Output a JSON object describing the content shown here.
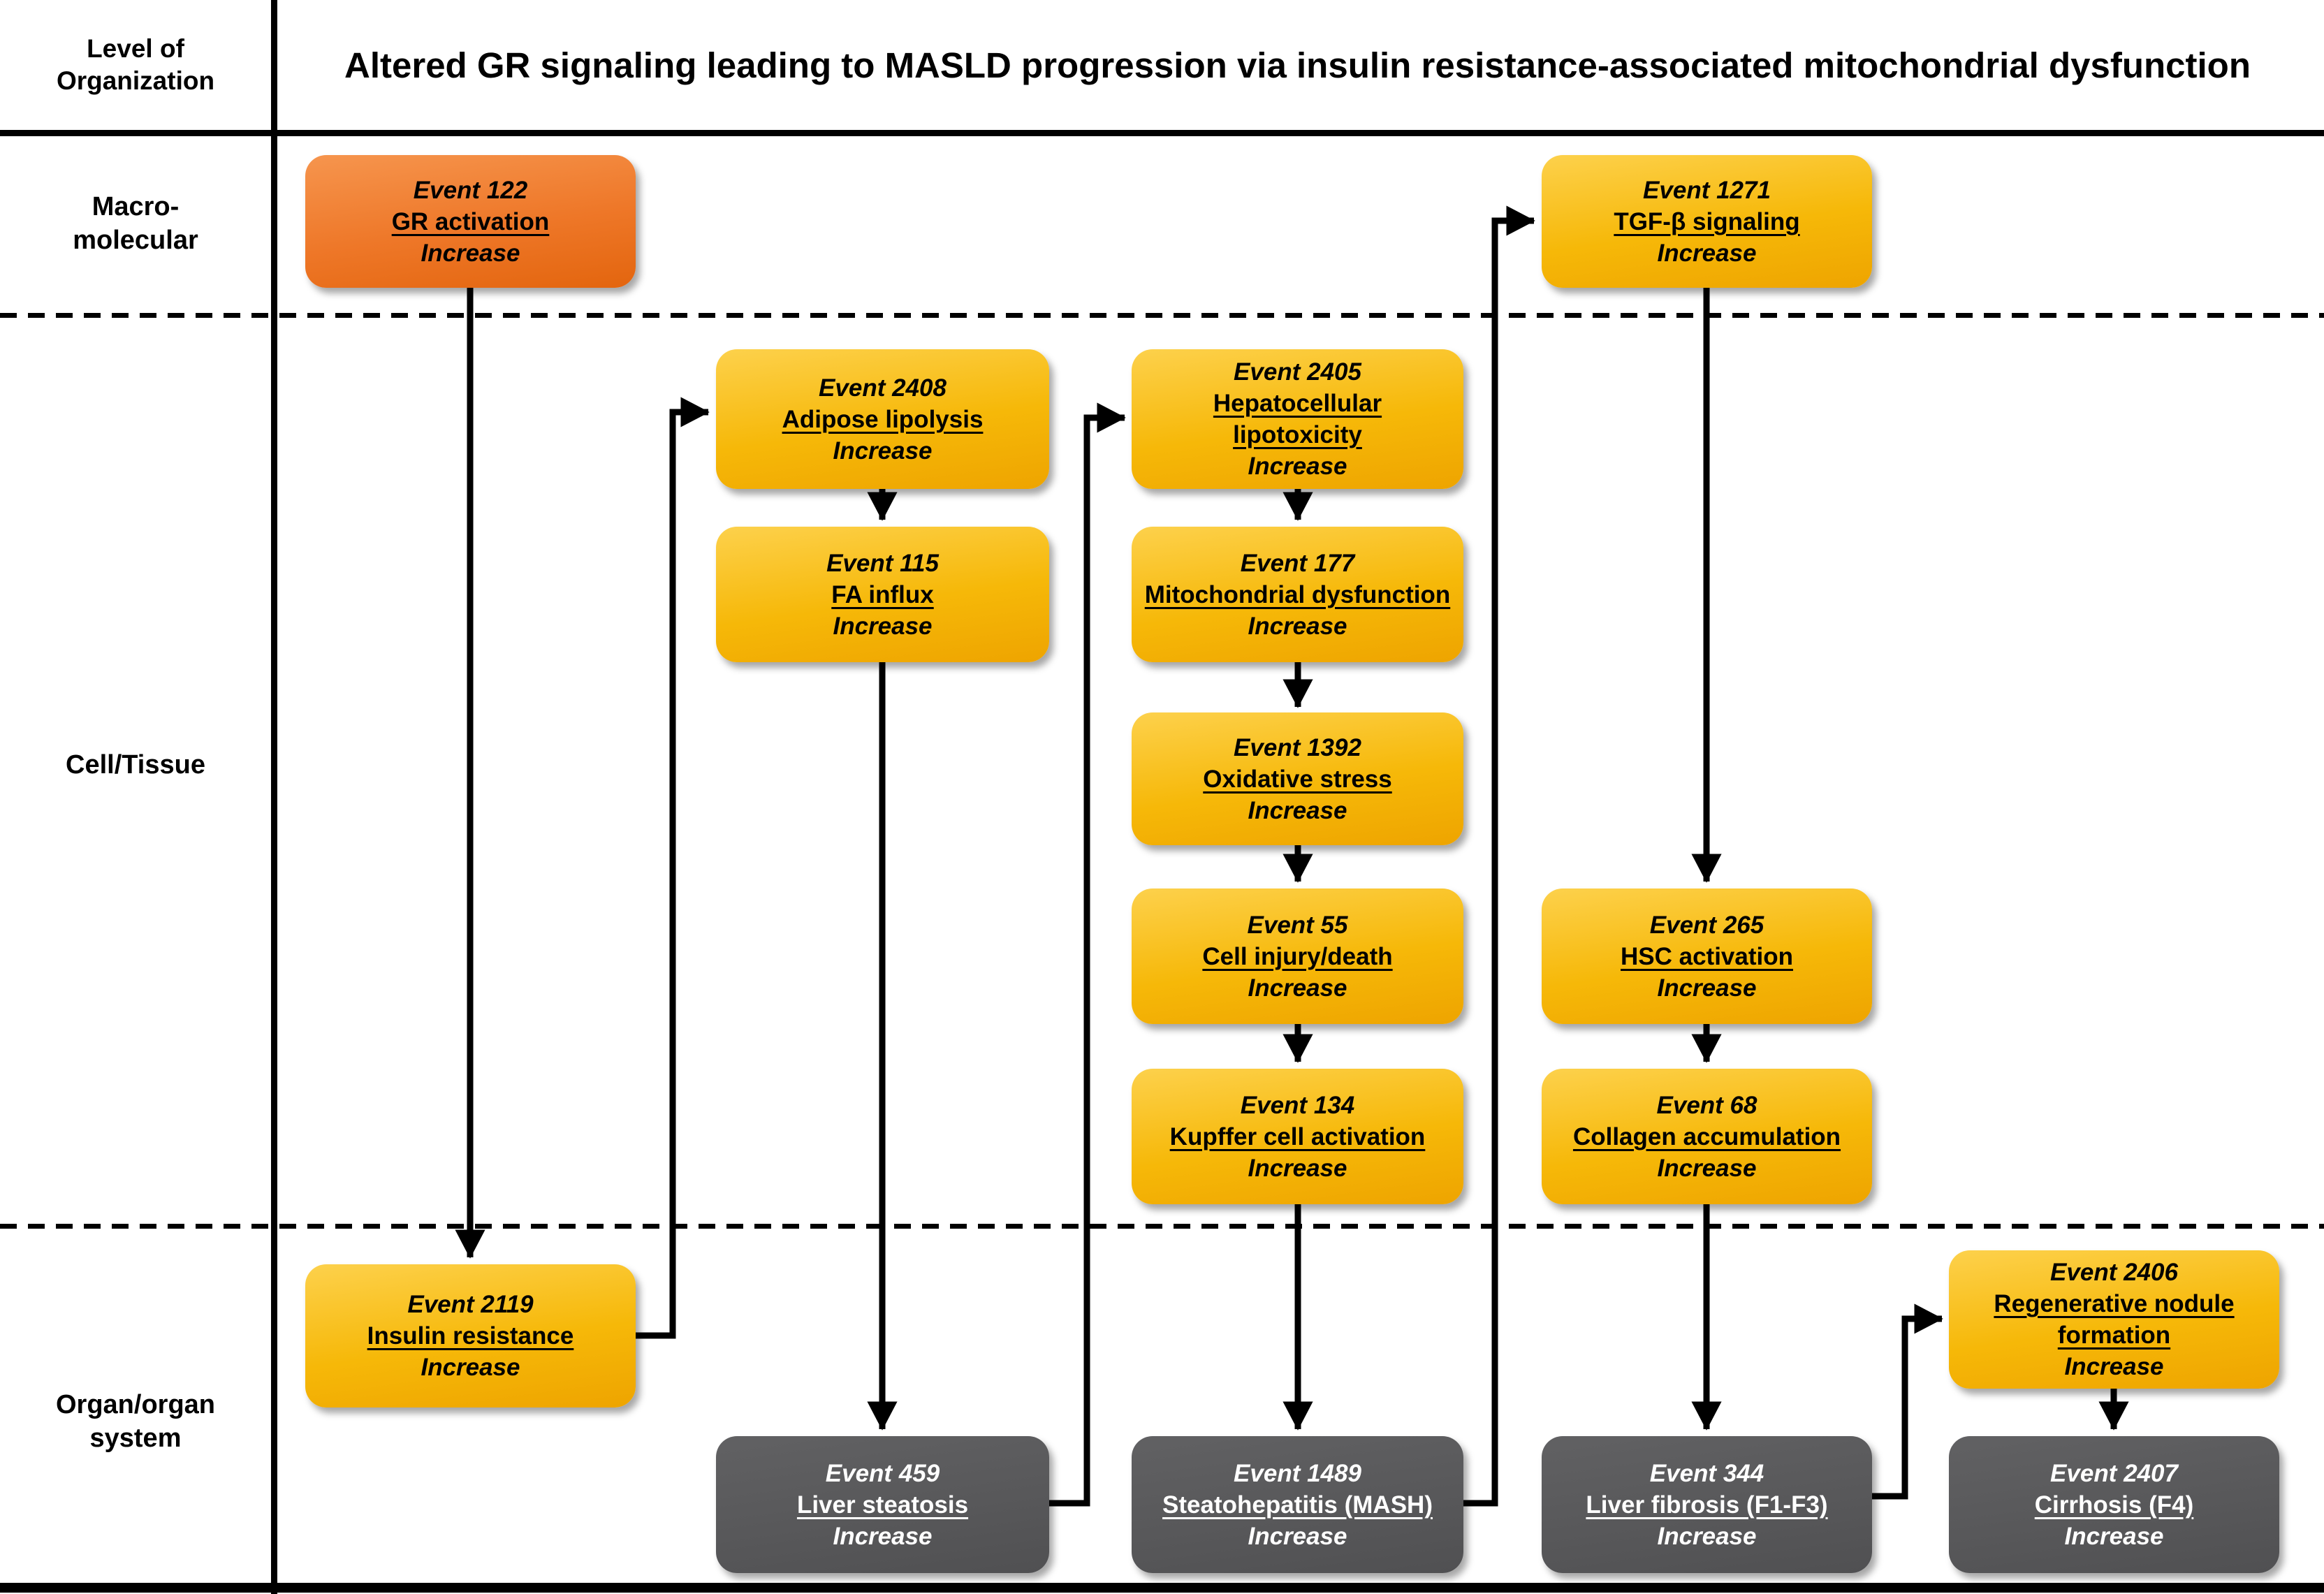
{
  "header": {
    "org_label": "Level of\nOrganization",
    "title": "Altered GR signaling leading to MASLD progression via insulin resistance-associated mitochondrial dysfunction"
  },
  "levels": [
    {
      "label": "Macro-\nmolecular"
    },
    {
      "label": "Cell/Tissue"
    },
    {
      "label": "Organ/organ\nsystem"
    }
  ],
  "colors": {
    "mie": {
      "top": "#F6954E",
      "mid": "#EE7728",
      "bottom": "#E3650E"
    },
    "ke": {
      "top": "#FDD14C",
      "mid": "#F6B808",
      "bottom": "#EEA400"
    },
    "ao": {
      "top": "#616163",
      "mid": "#58585A",
      "bottom": "#505052"
    },
    "arrow": "#000000"
  },
  "nodes": [
    {
      "id": "122",
      "event": "Event 122",
      "name": "GR activation",
      "direction": "Increase",
      "kind": "mie"
    },
    {
      "id": "1271",
      "event": "Event 1271",
      "name": "TGF-β signaling",
      "direction": "Increase",
      "kind": "ke"
    },
    {
      "id": "2408",
      "event": "Event 2408",
      "name": "Adipose lipolysis",
      "direction": "Increase",
      "kind": "ke"
    },
    {
      "id": "2405",
      "event": "Event 2405",
      "name": "Hepatocellular\nlipotoxicity",
      "direction": "Increase",
      "kind": "ke"
    },
    {
      "id": "115",
      "event": "Event 115",
      "name": "FA influx",
      "direction": "Increase",
      "kind": "ke"
    },
    {
      "id": "177",
      "event": "Event 177",
      "name": "Mitochondrial dysfunction",
      "direction": "Increase",
      "kind": "ke"
    },
    {
      "id": "1392",
      "event": "Event 1392",
      "name": "Oxidative stress",
      "direction": "Increase",
      "kind": "ke"
    },
    {
      "id": "55",
      "event": "Event 55",
      "name": "Cell injury/death",
      "direction": "Increase",
      "kind": "ke"
    },
    {
      "id": "265",
      "event": "Event 265",
      "name": "HSC activation",
      "direction": "Increase",
      "kind": "ke"
    },
    {
      "id": "134",
      "event": "Event 134",
      "name": "Kupffer cell activation",
      "direction": "Increase",
      "kind": "ke"
    },
    {
      "id": "68",
      "event": "Event 68",
      "name": "Collagen accumulation",
      "direction": "Increase",
      "kind": "ke"
    },
    {
      "id": "2119",
      "event": "Event 2119",
      "name": "Insulin resistance",
      "direction": "Increase",
      "kind": "ke"
    },
    {
      "id": "2406",
      "event": "Event 2406",
      "name": "Regenerative nodule\nformation",
      "direction": "Increase",
      "kind": "ke"
    },
    {
      "id": "459",
      "event": "Event 459",
      "name": "Liver steatosis",
      "direction": "Increase",
      "kind": "ao"
    },
    {
      "id": "1489",
      "event": "Event 1489",
      "name": "Steatohepatitis (MASH)",
      "direction": "Increase",
      "kind": "ao"
    },
    {
      "id": "344",
      "event": "Event 344",
      "name": "Liver fibrosis (F1-F3)",
      "direction": "Increase",
      "kind": "ao"
    },
    {
      "id": "2407",
      "event": "Event 2407",
      "name": "Cirrhosis (F4)",
      "direction": "Increase",
      "kind": "ao"
    }
  ],
  "edges": [
    {
      "from": "122",
      "to": "2119"
    },
    {
      "from": "2119",
      "to": "2408"
    },
    {
      "from": "2408",
      "to": "115"
    },
    {
      "from": "115",
      "to": "459"
    },
    {
      "from": "459",
      "to": "2405"
    },
    {
      "from": "2405",
      "to": "177"
    },
    {
      "from": "177",
      "to": "1392"
    },
    {
      "from": "1392",
      "to": "55"
    },
    {
      "from": "55",
      "to": "134"
    },
    {
      "from": "134",
      "to": "1489"
    },
    {
      "from": "1489",
      "to": "1271"
    },
    {
      "from": "1271",
      "to": "265"
    },
    {
      "from": "265",
      "to": "68"
    },
    {
      "from": "68",
      "to": "344"
    },
    {
      "from": "344",
      "to": "2406"
    },
    {
      "from": "2406",
      "to": "2407"
    }
  ]
}
